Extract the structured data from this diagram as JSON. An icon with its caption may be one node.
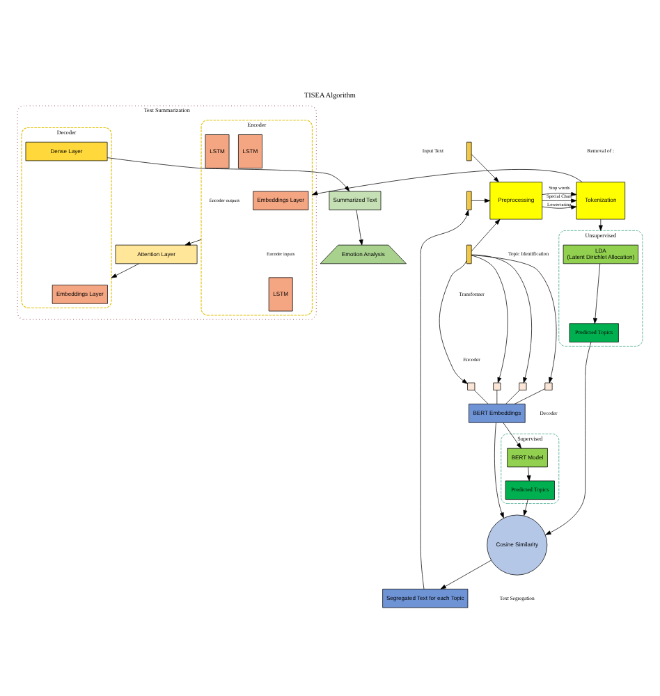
{
  "diagram": {
    "title": "TISEA Algorithm",
    "nodes": [
      {
        "text": [
          "Text Summarization"
        ]
      },
      {
        "text": [
          "Encoder"
        ],
        "in": 0
      },
      {
        "text": [
          "Embeddings Layer"
        ],
        "in": 1
      },
      {
        "text": [
          "LSTM"
        ],
        "in": 1
      },
      {
        "text": [
          "LSTM"
        ],
        "in": 1
      },
      {
        "text": [
          "LSTM"
        ],
        "in": 1
      },
      {
        "text": [
          "Attention Layer"
        ],
        "in": 0
      },
      {
        "text": [
          "Decoder"
        ],
        "in": 0
      },
      {
        "text": [
          "Embeddings Layer"
        ],
        "in": 7
      },
      {
        "text": [
          "Dense Layer"
        ],
        "in": 7
      },
      {
        "text": [],
        "shape": "bar"
      },
      {
        "text": [],
        "shape": "bar"
      },
      {
        "text": [],
        "shape": "bar"
      },
      {
        "text": [
          "Preprocessing"
        ]
      },
      {
        "text": [
          "Tokenization"
        ]
      },
      {
        "text": [],
        "shape": "box"
      },
      {
        "text": [],
        "shape": "box"
      },
      {
        "text": [],
        "shape": "box"
      },
      {
        "text": [],
        "shape": "box"
      },
      {
        "text": [
          "BERT Embeddings"
        ]
      },
      {
        "text": [
          "Supervised"
        ]
      },
      {
        "text": [
          "BERT Model"
        ],
        "in": 20
      },
      {
        "text": [
          "Predicted Topics"
        ],
        "in": 20
      },
      {
        "text": [
          "Unsupervised"
        ]
      },
      {
        "text": [
          "LDA",
          "(Latent Dirichlet Allocation)"
        ],
        "in": 23
      },
      {
        "text": [
          "Predicted Topics"
        ],
        "in": 23
      },
      {
        "text": [
          "Cosine Similarity"
        ]
      },
      {
        "text": [
          "Segregated Text for each Topic"
        ]
      },
      {
        "text": [
          "Summarized Text"
        ]
      },
      {
        "text": [
          "Emotion Analysis"
        ]
      }
    ],
    "edges": [
      {
        "from": 10,
        "to": 13,
        "arrow": "to"
      },
      {
        "from": 11,
        "to": 13,
        "arrow": "to"
      },
      {
        "from": 12,
        "to": 13,
        "arrow": "to"
      },
      {
        "from": 13,
        "to": 14,
        "arrow": "to",
        "label": "Stop words"
      },
      {
        "from": 13,
        "to": 14,
        "arrow": "to",
        "label": "Special Chars"
      },
      {
        "from": 13,
        "to": 14,
        "arrow": "to",
        "label": "Lowercasing"
      },
      {
        "from": 14,
        "to": 1,
        "arrow": "to"
      },
      {
        "from": 1,
        "to": 6,
        "arrow": "to"
      },
      {
        "from": 6,
        "to": 7,
        "arrow": "to"
      },
      {
        "from": 9,
        "to": 28,
        "arrow": "to"
      },
      {
        "from": 28,
        "to": 29,
        "arrow": "to"
      },
      {
        "from": 14,
        "to": 23,
        "arrow": "to"
      },
      {
        "from": 12,
        "to": 15,
        "arrow": "to"
      },
      {
        "from": 12,
        "to": 16,
        "arrow": "to"
      },
      {
        "from": 12,
        "to": 17,
        "arrow": "to"
      },
      {
        "from": 12,
        "to": 18,
        "arrow": "to"
      },
      {
        "from": 15,
        "to": 19,
        "arrow": "none"
      },
      {
        "from": 16,
        "to": 19,
        "arrow": "none"
      },
      {
        "from": 17,
        "to": 19,
        "arrow": "none"
      },
      {
        "from": 18,
        "to": 19,
        "arrow": "none"
      },
      {
        "from": 19,
        "to": 21,
        "arrow": "to"
      },
      {
        "from": 21,
        "to": 22,
        "arrow": "to"
      },
      {
        "from": 24,
        "to": 25,
        "arrow": "to"
      },
      {
        "from": 19,
        "to": 26,
        "arrow": "to"
      },
      {
        "from": 22,
        "to": 26,
        "arrow": "to"
      },
      {
        "from": 25,
        "to": 26,
        "arrow": "to"
      },
      {
        "from": 26,
        "to": 27,
        "arrow": "to"
      },
      {
        "from": 27,
        "to": 11,
        "arrow": "to"
      }
    ],
    "labels": [
      "Input Text",
      "Removal of :",
      "Transformer",
      "Encoder",
      "Topic Identification",
      "Decoder",
      "Encoder inputs",
      "Encoder outputs",
      "Text Segregation"
    ]
  }
}
